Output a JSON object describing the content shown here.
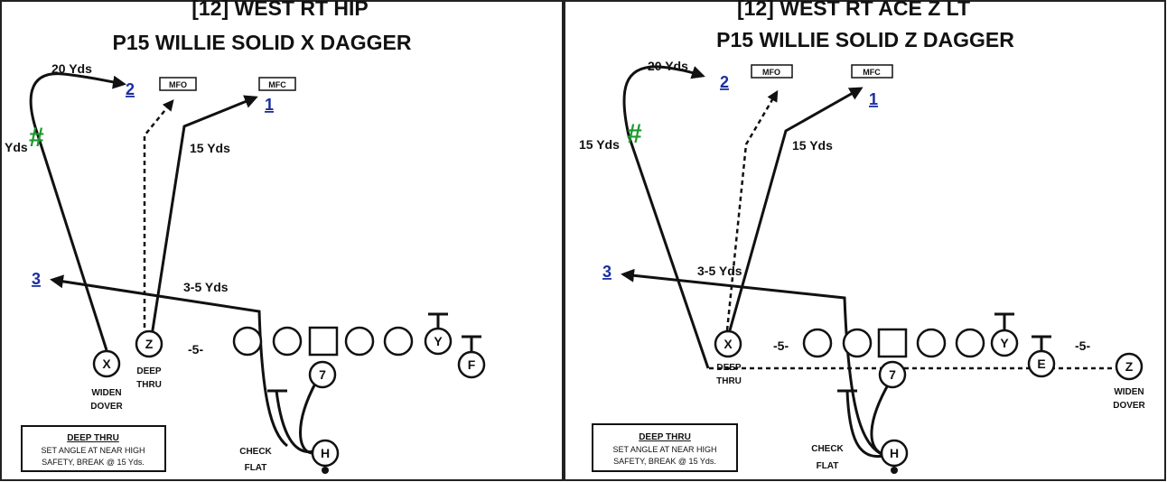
{
  "left": {
    "title_line1": "[12] WEST RT HIP",
    "title_line2": "P15 WILLIE SOLID X DAGGER",
    "label_20yds": "20 Yds",
    "label_yds": "Yds",
    "label_15yds": "15 Yds",
    "label_3to5": "3-5 Yds",
    "label_minus5": "-5-",
    "read_1": "1",
    "read_2": "2",
    "read_3": "3",
    "mfo": "MFO",
    "mfc": "MFC",
    "hash": "#",
    "x_label_1": "WIDEN",
    "x_label_2": "DOVER",
    "z_label_1": "DEEP",
    "z_label_2": "THRU",
    "h_label_1": "CHECK",
    "h_label_2": "FLAT",
    "note_title": "DEEP THRU",
    "note_line1": "SET ANGLE AT NEAR HIGH",
    "note_line2": "SAFETY, BREAK @ 15 Yds.",
    "players": {
      "x": "X",
      "z": "Z",
      "y": "Y",
      "f": "F",
      "qb": "7",
      "h": "H"
    }
  },
  "right": {
    "title_line1": "[12] WEST RT ACE Z LT",
    "title_line2": "P15 WILLIE SOLID Z DAGGER",
    "label_20yds": "20 Yds",
    "label_15yds_left": "15 Yds",
    "label_15yds": "15 Yds",
    "label_3to5": "3-5 Yds",
    "label_minus5_left": "-5-",
    "label_minus5_right": "-5-",
    "read_1": "1",
    "read_2": "2",
    "read_3": "3",
    "mfo": "MFO",
    "mfc": "MFC",
    "hash": "#",
    "x_label_1": "DEEP",
    "x_label_2": "THRU",
    "z_label_1": "WIDEN",
    "z_label_2": "DOVER",
    "h_label_1": "CHECK",
    "h_label_2": "FLAT",
    "note_title": "DEEP THRU",
    "note_line1": "SET ANGLE AT NEAR HIGH",
    "note_line2": "SAFETY, BREAK @ 15 Yds.",
    "players": {
      "x": "X",
      "y": "Y",
      "e": "E",
      "z": "Z",
      "qb": "7",
      "h": "H"
    }
  }
}
